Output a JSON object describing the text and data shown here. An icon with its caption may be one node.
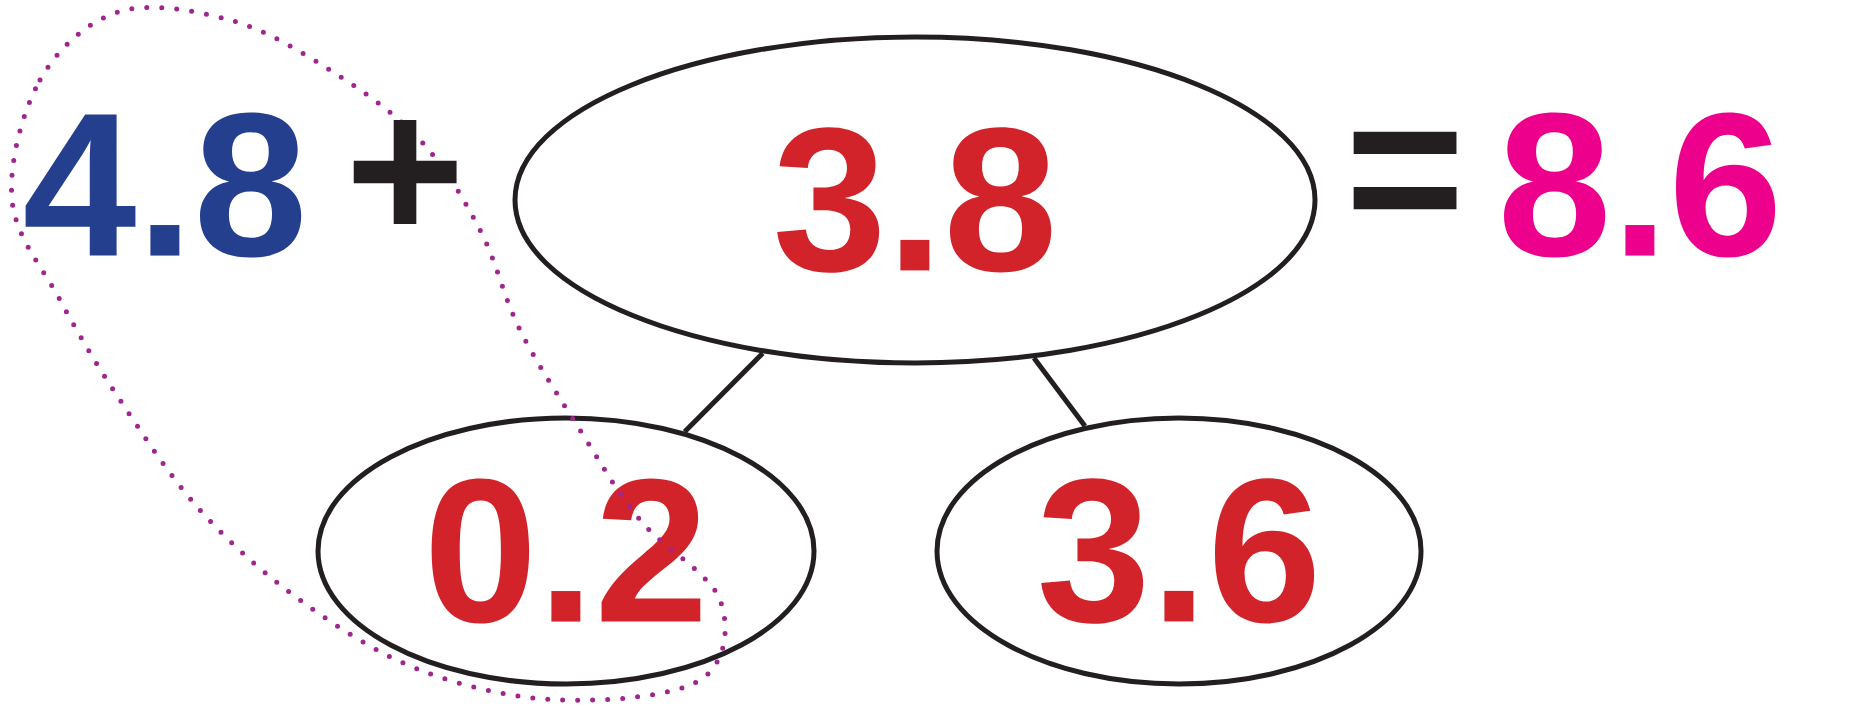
{
  "diagram": {
    "nodes": [
      {
        "text": [
          "3.8"
        ]
      },
      {
        "text": [
          "0.2"
        ]
      },
      {
        "text": [
          "3.6"
        ]
      }
    ],
    "edges": [
      {
        "from": 0,
        "to": 1,
        "arrow": "none"
      },
      {
        "from": 0,
        "to": 2,
        "arrow": "none"
      }
    ],
    "labels": [
      "4.8",
      "+",
      "=",
      "8.6"
    ]
  }
}
